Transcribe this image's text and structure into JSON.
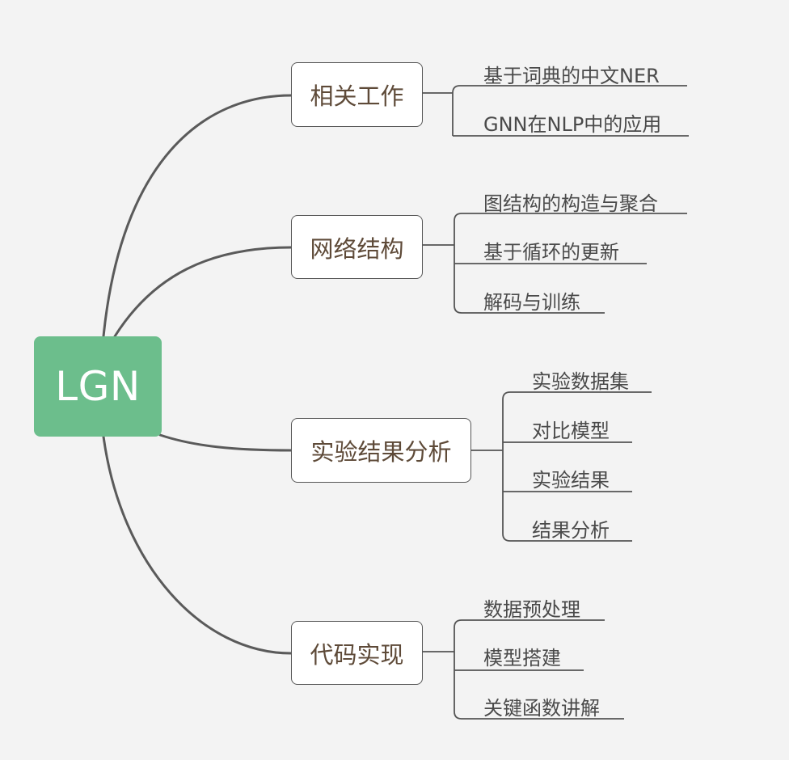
{
  "root": {
    "label": "LGN"
  },
  "branches": [
    {
      "label": "相关工作",
      "children": [
        "基于词典的中文NER",
        "GNN在NLP中的应用"
      ]
    },
    {
      "label": "网络结构",
      "children": [
        "图结构的构造与聚合",
        "基于循环的更新",
        "解码与训练"
      ]
    },
    {
      "label": "实验结果分析",
      "children": [
        "实验数据集",
        "对比模型",
        "实验结果",
        "结果分析"
      ]
    },
    {
      "label": "代码实现",
      "children": [
        "数据预处理",
        "模型搭建",
        "关键函数讲解"
      ]
    }
  ],
  "colors": {
    "root_fill": "#6cbe8c",
    "line": "#555555",
    "background": "#f3f3f3"
  }
}
